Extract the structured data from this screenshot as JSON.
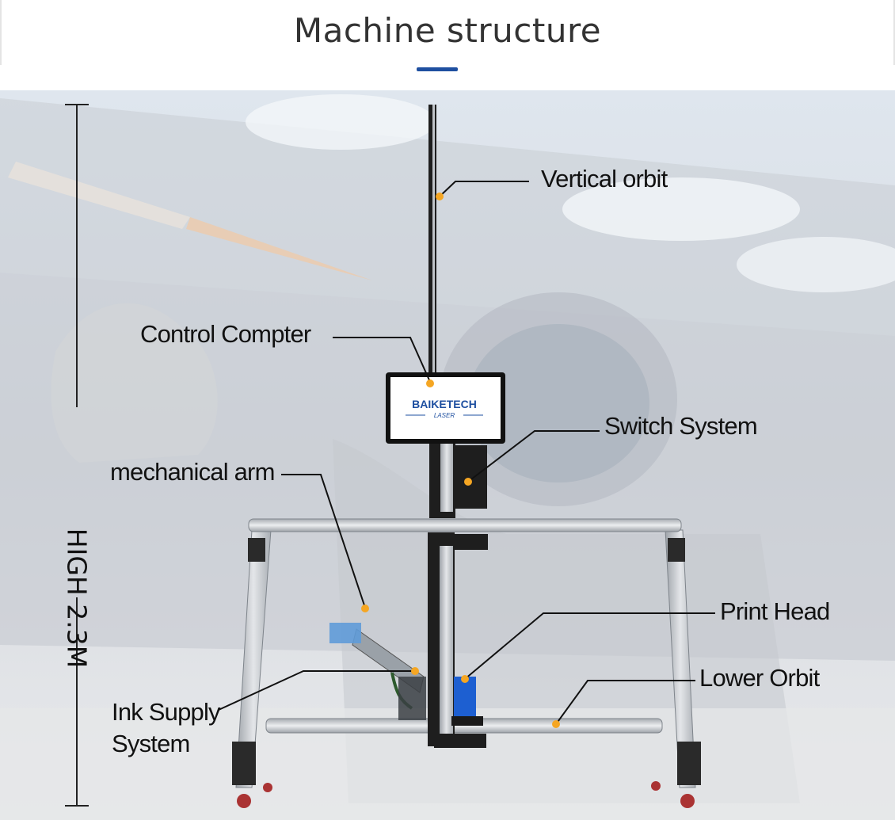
{
  "header": {
    "title": "Machine structure"
  },
  "brand": {
    "logo_text": "BAIKETECH",
    "logo_sub": "LASER"
  },
  "dimension": {
    "label": "HIGH 2.3M"
  },
  "callouts": {
    "vertical_orbit": "Vertical orbit",
    "control_computer": "Control Compter",
    "switch_system": "Switch System",
    "mechanical_arm": "mechanical arm",
    "print_head": "Print Head",
    "lower_orbit": "Lower Orbit",
    "ink_supply_line1": "Ink Supply",
    "ink_supply_line2": "System"
  },
  "colors": {
    "accent": "#1e4fa0",
    "marker": "#f5a623",
    "frame": "#b8bcc2",
    "column": "#1a1a1a"
  }
}
